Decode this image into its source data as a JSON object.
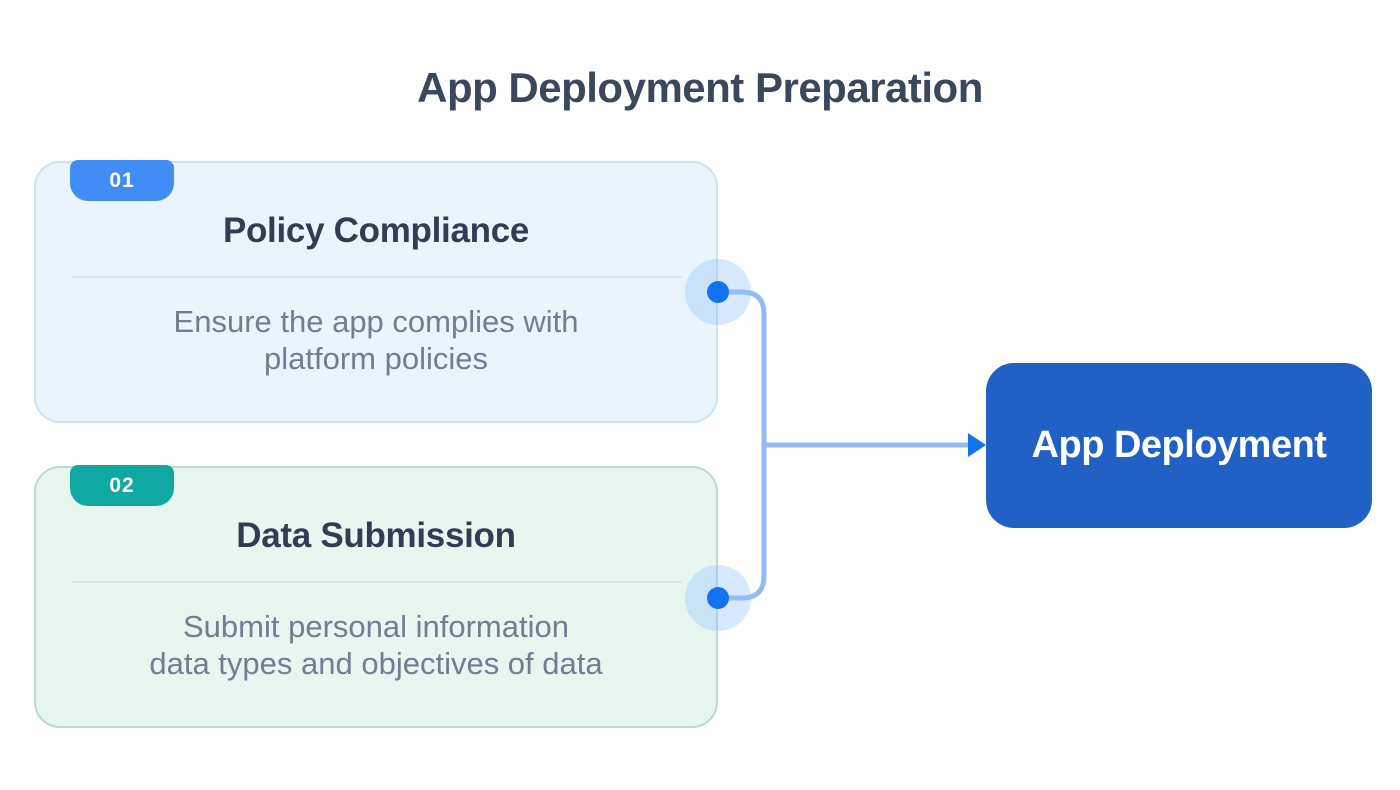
{
  "title": "App Deployment Preparation",
  "steps": [
    {
      "number": "01",
      "title": "Policy Compliance",
      "description_lines": [
        "Ensure the app complies with",
        "platform policies"
      ]
    },
    {
      "number": "02",
      "title": "Data Submission",
      "description_lines": [
        "Submit personal information",
        "data types and objectives of data"
      ]
    }
  ],
  "result": {
    "label": "App Deployment"
  },
  "theme": {
    "title_color": "#3a485d",
    "step_title_color": "#2f3e54",
    "description_color": "#6e7e93",
    "divider_color": "#dee4ea",
    "step1_bg": "#eaf4fc",
    "step1_border": "#c9e3f7",
    "step1_badge": "#418df5",
    "step2_bg": "#e8f6f0",
    "step2_border": "#bcd9d1",
    "step2_badge": "#10a8a2",
    "result_bg": "#2161c5",
    "accent_blue": "#1173ef",
    "connector_blue": "#94bbf4",
    "halo_blue": "rgba(147,197,253,0.38)"
  }
}
